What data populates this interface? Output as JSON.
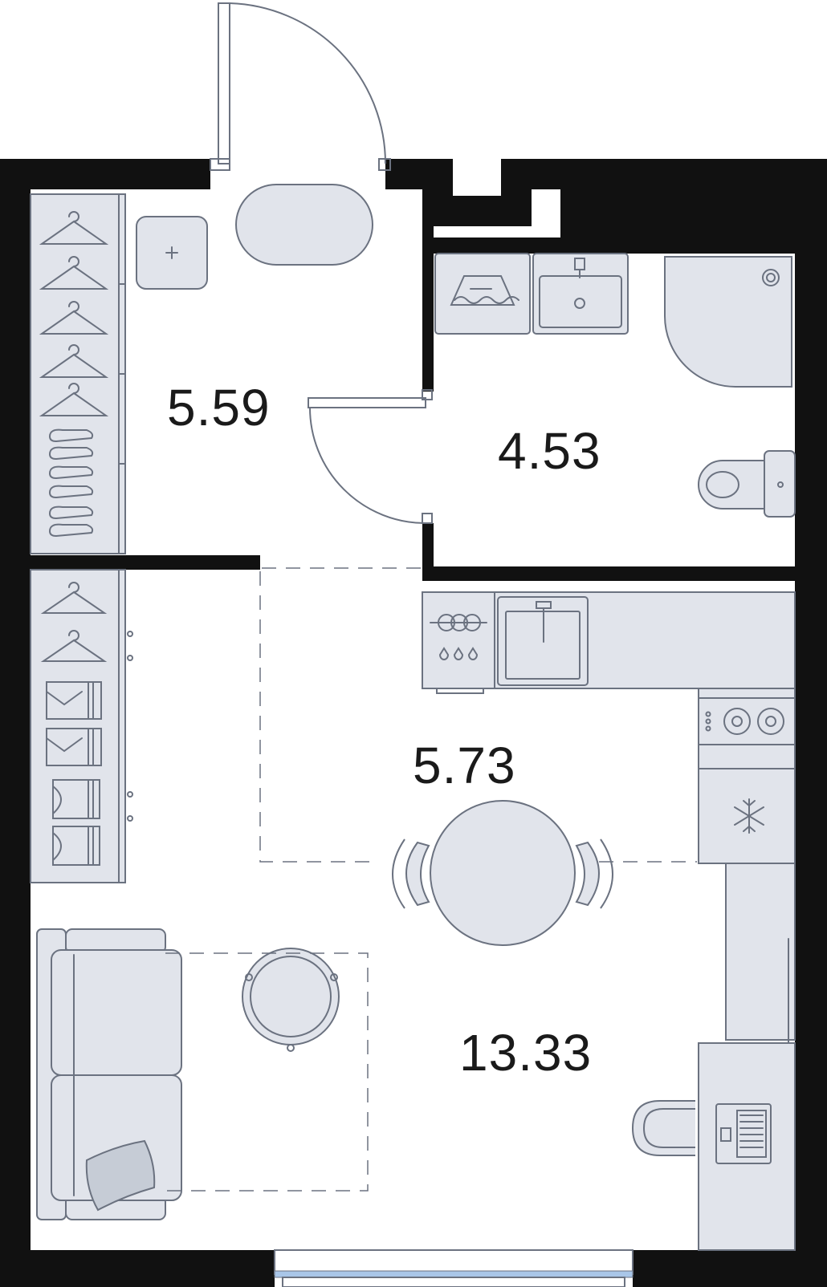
{
  "rooms": {
    "hall": {
      "area": "5.59"
    },
    "bathroom": {
      "area": "4.53"
    },
    "kitchen": {
      "area": "5.73"
    },
    "living": {
      "area": "13.33"
    }
  },
  "colors": {
    "wall": "#111111",
    "furniture_fill": "#e1e4eb",
    "furniture_stroke": "#6b7280",
    "window_glass": "#a9c6e8"
  }
}
